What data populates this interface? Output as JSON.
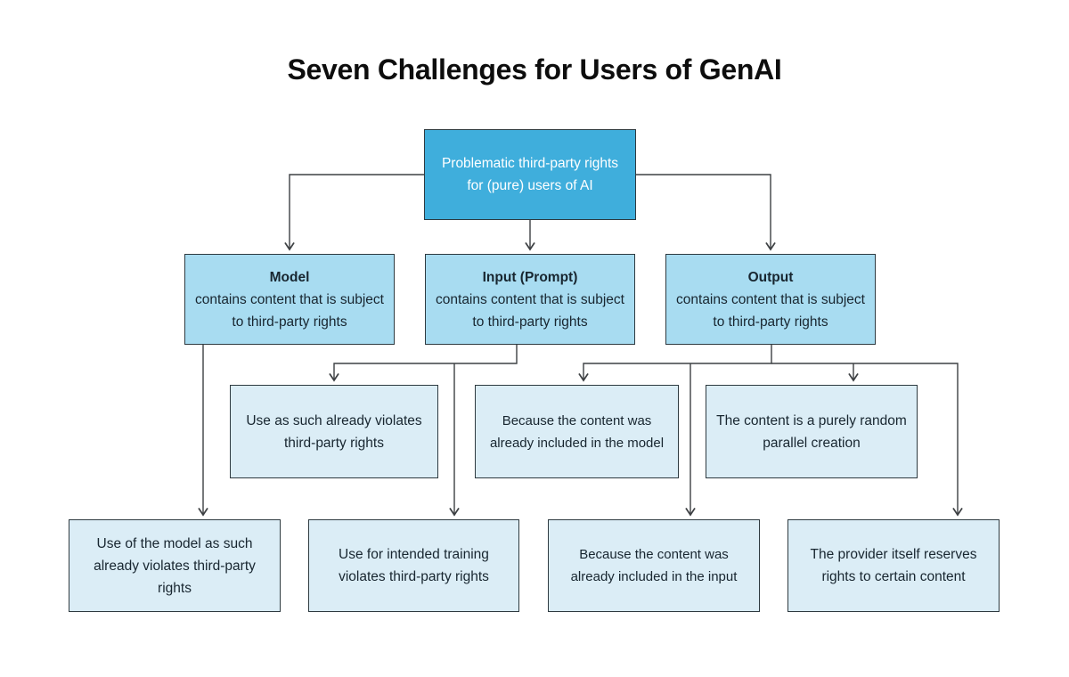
{
  "title": "Seven Challenges for Users of GenAI",
  "palette": {
    "root_fill": "#3FAEDC",
    "root_text": "#FFFFFF",
    "level2_fill": "#A8DCF1",
    "leaf_fill": "#DBEDF6",
    "box_border": "#2E3A40",
    "connector": "#3D4043",
    "text_dark": "#182630",
    "title_color": "#0D0D0D",
    "page_bg": "#FFFFFF"
  },
  "diagram": {
    "root": {
      "text": "Problematic third-party rights for (pure) users of AI"
    },
    "level2": [
      {
        "heading": "Model",
        "body": "contains content that is subject to third-party rights"
      },
      {
        "heading": "Input (Prompt)",
        "body": "contains content that is subject to third-party rights"
      },
      {
        "heading": "Output",
        "body": "contains content that is subject to third-party rights"
      }
    ],
    "level3": [
      {
        "text": "Use as such already violates third-party rights"
      },
      {
        "text": "Because the content was already included in the model"
      },
      {
        "text": "The content is a purely random parallel creation"
      }
    ],
    "level4": [
      {
        "text": "Use of the model as such already violates third-party rights"
      },
      {
        "text": "Use for intended training violates third-party rights"
      },
      {
        "text": "Because the content was already included in the input"
      },
      {
        "text": "The provider itself reserves rights to certain content"
      }
    ],
    "edges": [
      {
        "from": "Problematic third-party rights for (pure) users of AI",
        "to": "Model"
      },
      {
        "from": "Problematic third-party rights for (pure) users of AI",
        "to": "Input (Prompt)"
      },
      {
        "from": "Problematic third-party rights for (pure) users of AI",
        "to": "Output"
      },
      {
        "from": "Model",
        "to": "Use of the model as such already violates third-party rights"
      },
      {
        "from": "Input (Prompt)",
        "to": "Use as such already violates third-party rights"
      },
      {
        "from": "Input (Prompt)",
        "to": "Use for intended training violates third-party rights"
      },
      {
        "from": "Output",
        "to": "Because the content was already included in the model"
      },
      {
        "from": "Output",
        "to": "The content is a purely random parallel creation"
      },
      {
        "from": "Output",
        "to": "Because the content was already included in the input"
      },
      {
        "from": "Output",
        "to": "The provider itself reserves rights to certain content"
      }
    ]
  }
}
